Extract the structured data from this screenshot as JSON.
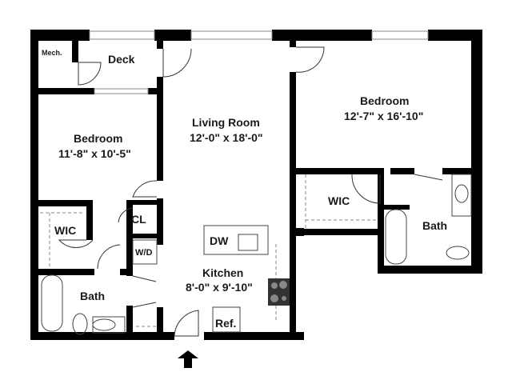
{
  "floorplan": {
    "rooms": {
      "mech": {
        "name": "Mech."
      },
      "deck": {
        "name": "Deck"
      },
      "living_room": {
        "name": "Living Room",
        "dims": "12'-0\" x 18'-0\""
      },
      "bedroom_1": {
        "name": "Bedroom",
        "dims": "11'-8\" x 10'-5\""
      },
      "bedroom_2": {
        "name": "Bedroom",
        "dims": "12'-7\" x 16'-10\""
      },
      "wic_1": {
        "name": "WIC"
      },
      "wic_2": {
        "name": "WIC"
      },
      "closet": {
        "name": "CL"
      },
      "washer_dryer": {
        "name": "W/D"
      },
      "bath_1": {
        "name": "Bath"
      },
      "bath_2": {
        "name": "Bath"
      },
      "kitchen": {
        "name": "Kitchen",
        "dims": "8'-0\" x 9'-10\""
      },
      "dishwasher": {
        "name": "DW"
      },
      "refrigerator": {
        "name": "Ref."
      }
    },
    "entry": {
      "icon": "entry-arrow-icon"
    },
    "colors": {
      "wall": "#000000",
      "fixture_line": "#555555",
      "background": "#ffffff",
      "window": "#cccccc"
    }
  }
}
